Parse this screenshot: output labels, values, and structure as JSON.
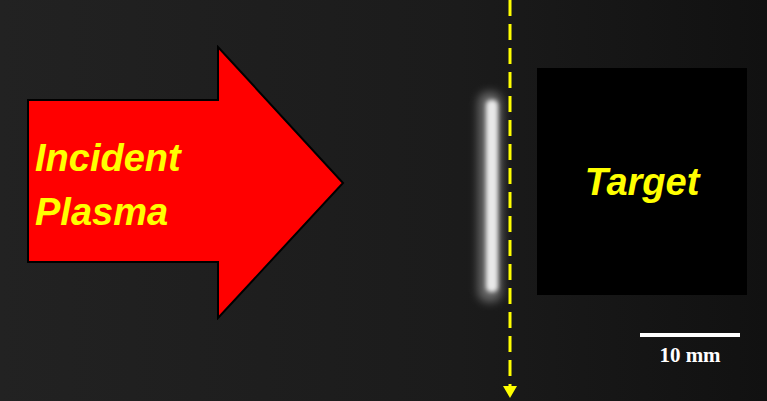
{
  "diagram": {
    "nodes": [
      {
        "text": [
          "Incident Plasma"
        ]
      },
      {
        "text": [
          "Target"
        ]
      }
    ],
    "labels": [
      "10 mm"
    ]
  }
}
